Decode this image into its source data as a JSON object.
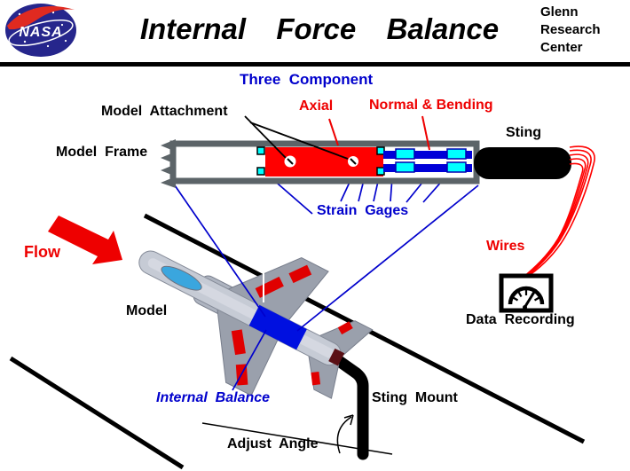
{
  "header": {
    "logo_text": "NASA",
    "title": "Internal  Force  Balance",
    "org_line1": "Glenn",
    "org_line2": "Research",
    "org_line3": "Center"
  },
  "labels": {
    "three_component": "Three  Component",
    "model_attachment": "Model  Attachment",
    "axial": "Axial",
    "normal_bending": "Normal & Bending",
    "sting": "Sting",
    "model_frame": "Model  Frame",
    "strain_gages": "Strain  Gages",
    "flow": "Flow",
    "wires": "Wires",
    "data_recording": "Data  Recording",
    "model": "Model",
    "internal_balance": "Internal  Balance",
    "sting_mount": "Sting  Mount",
    "adjust_angle": "Adjust  Angle"
  },
  "colors": {
    "label_blue": "#0000CC",
    "label_red": "#EE0000",
    "balance_red": "#FF0000",
    "beam_blue": "#0000D8",
    "gage_cyan": "#00FFFF",
    "frame_gray": "#5C6468",
    "nasa_blue": "#26268C",
    "wire_red": "#FF0000",
    "aircraft_gray": "#9AA0AC",
    "fuselage_gray": "#C6CBD5",
    "canopy_blue": "#3AA6DE",
    "balance_block_blue": "#0010E0"
  }
}
